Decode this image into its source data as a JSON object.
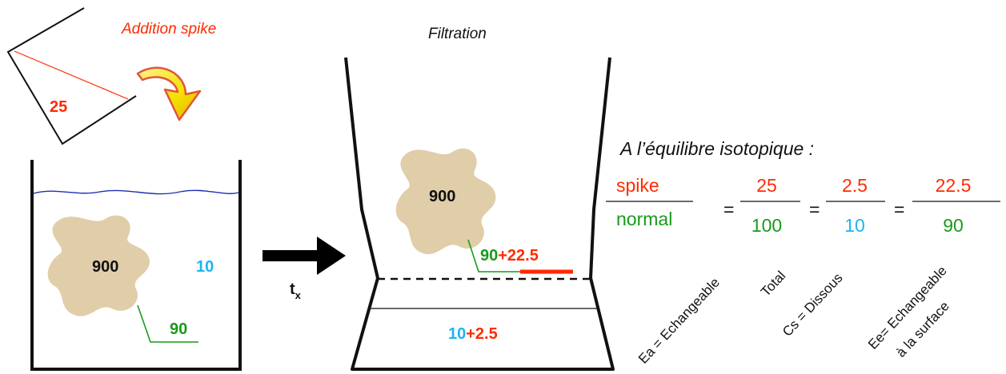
{
  "colors": {
    "spike_red": "#ff2a00",
    "normal_green": "#1a9a1a",
    "dissolved_cyan": "#1eb4f0",
    "water_blue": "#1f2fb0",
    "particle_fill": "#e6d3ad",
    "arrow_yellow": "#f5e000"
  },
  "spike": {
    "title": "Addition spike",
    "amount": "25"
  },
  "beaker": {
    "particle_value": "900",
    "solution_value": "10",
    "exchangeable_value": "90"
  },
  "arrow": {
    "label_main": "t",
    "label_sub": "x"
  },
  "filtration": {
    "title": "Filtration",
    "particle_value": "900",
    "exchangeable_normal": "90",
    "exchangeable_spike": "+22.5",
    "filtrate_normal": "10",
    "filtrate_spike": "+2.5"
  },
  "equilibrium": {
    "title": "A l’équilibre isotopique :",
    "ratio_numerator": "spike",
    "ratio_denominator": "normal",
    "eq_sign": "=",
    "fractions": [
      {
        "numerator": "25",
        "denominator": "100",
        "caption_1": "Ea = Echangeable",
        "caption_2": "Total"
      },
      {
        "numerator": "2.5",
        "denominator": "10",
        "caption_1": "Cs = Dissous",
        "caption_2": ""
      },
      {
        "numerator": "22.5",
        "denominator": "90",
        "caption_1": "Ee= Echangeable",
        "caption_2": "à la surface"
      }
    ]
  }
}
